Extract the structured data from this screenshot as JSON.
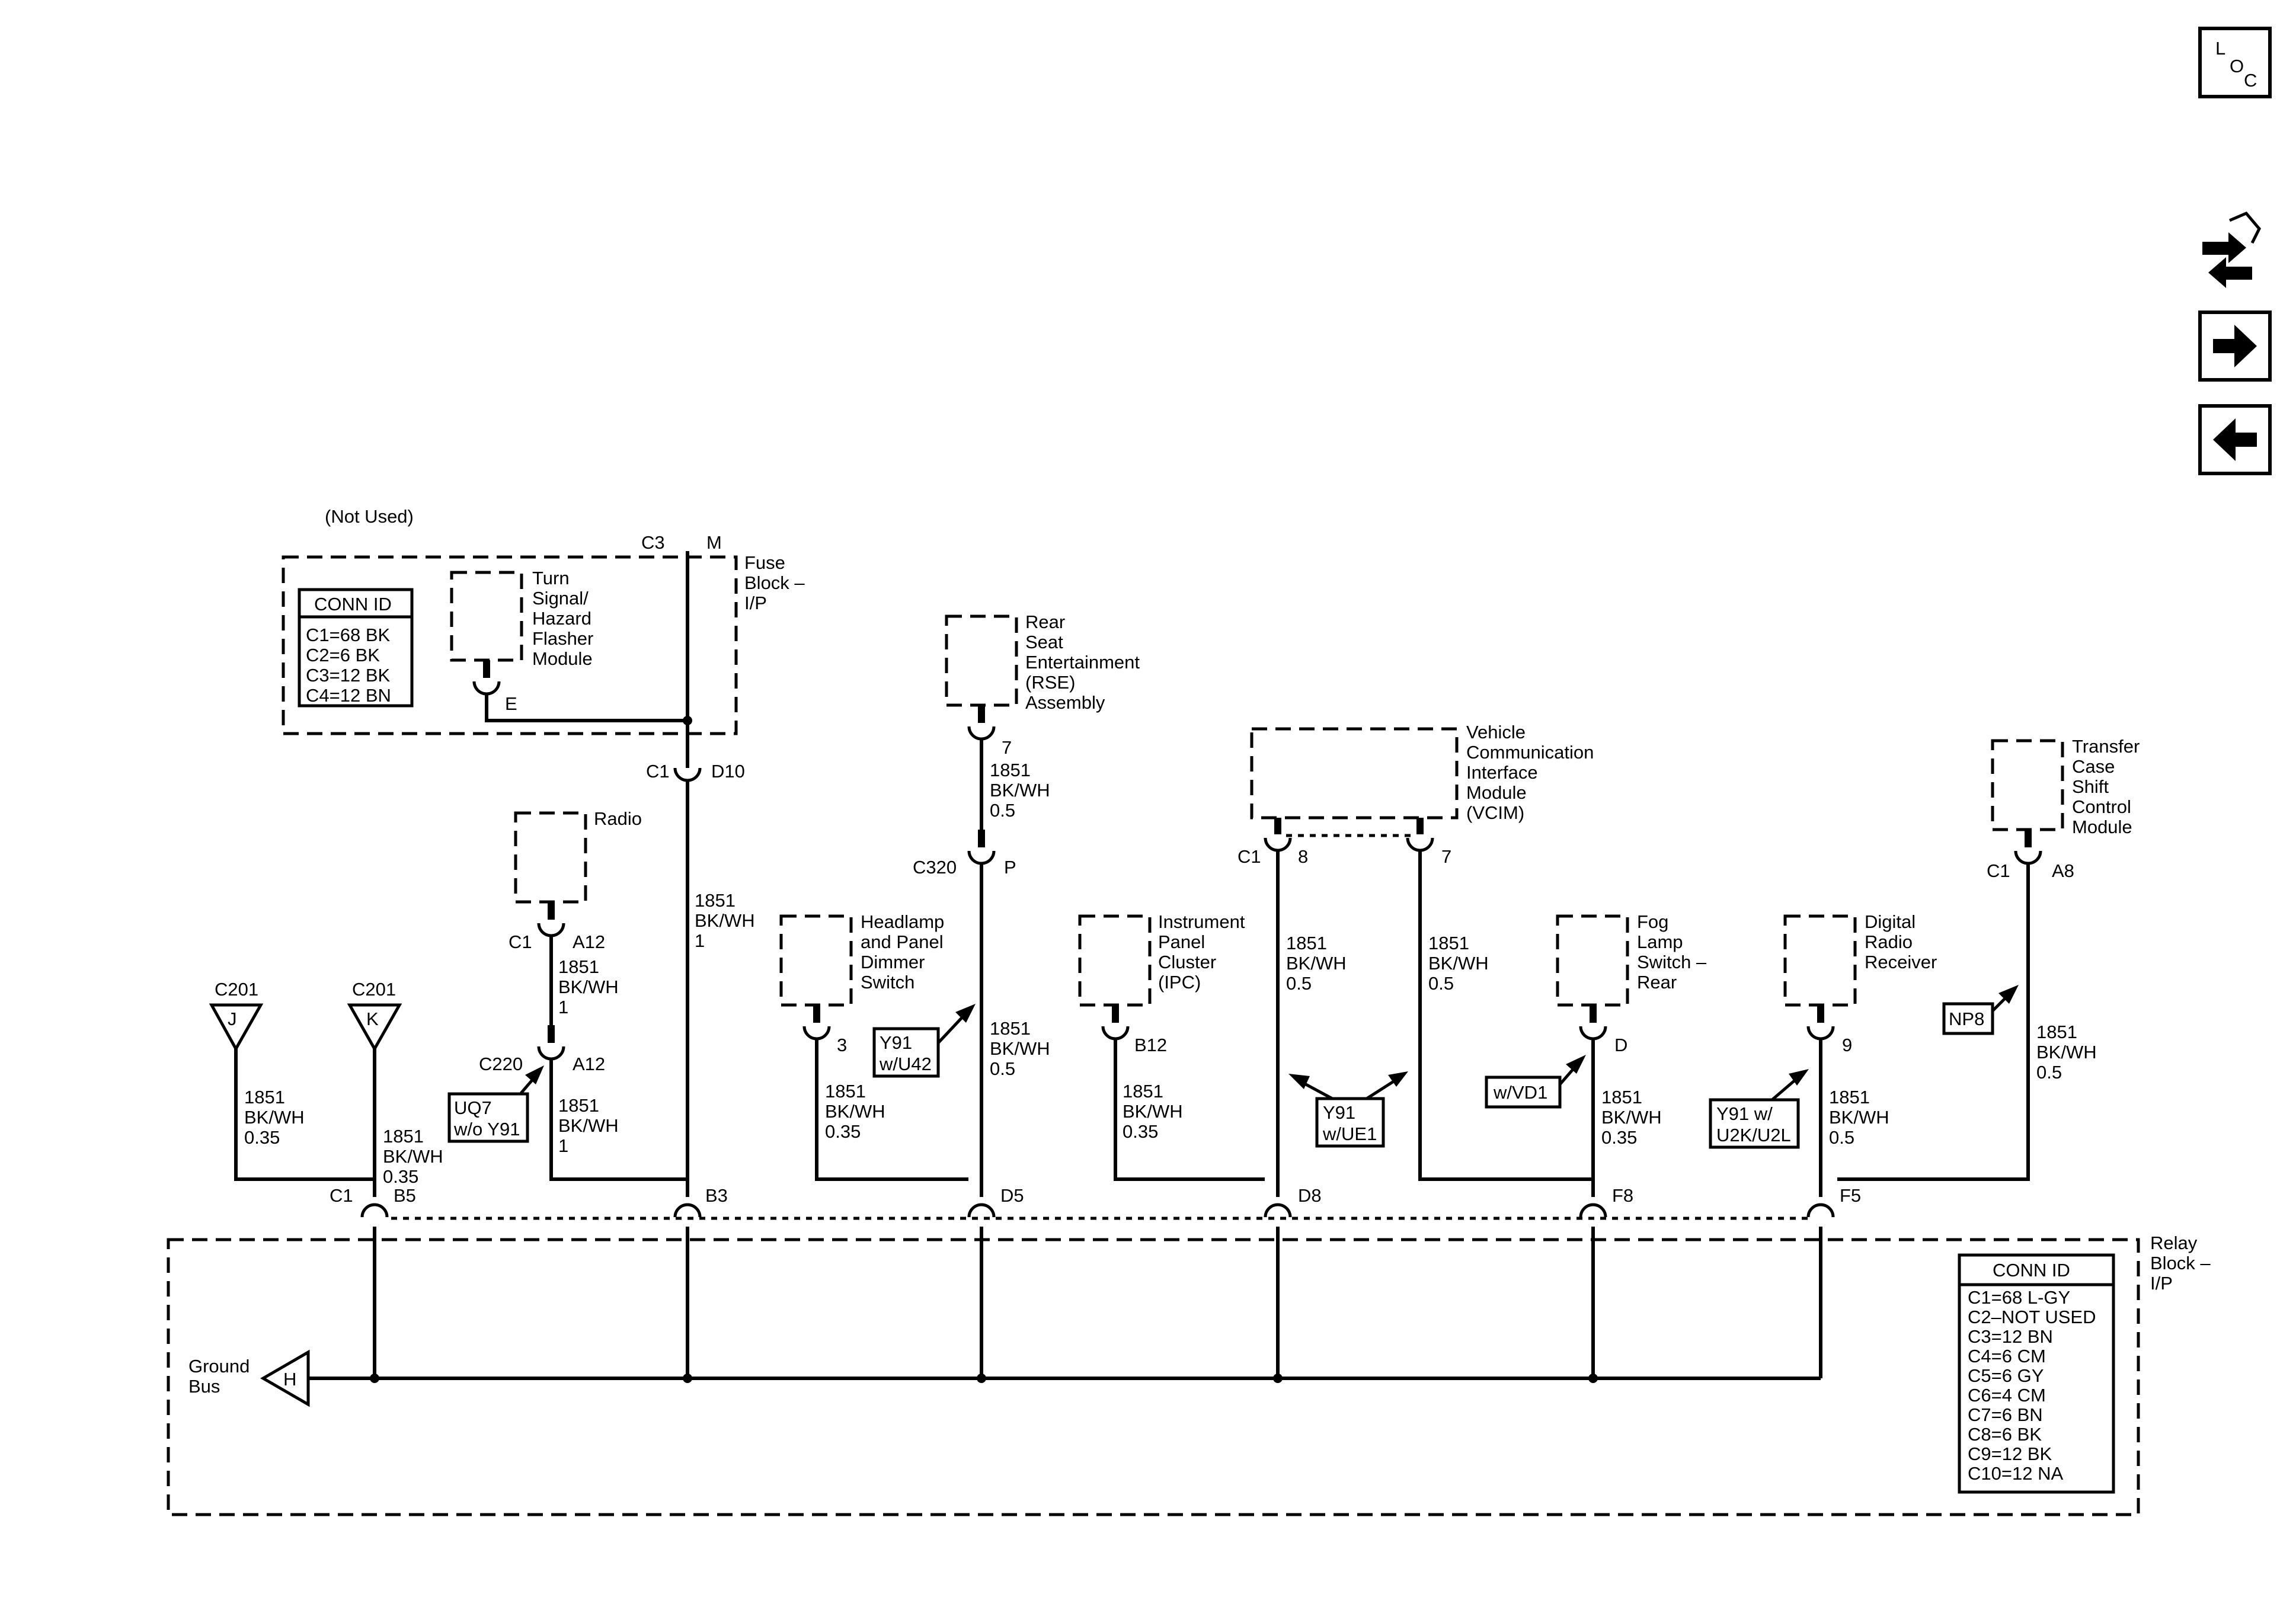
{
  "nav": {
    "loc": {
      "l": "L",
      "o": "O",
      "c": "C"
    }
  },
  "fuse_block": {
    "label": [
      "Fuse",
      "Block –",
      "I/P"
    ],
    "not_used": "(Not Used)",
    "c3": "C3",
    "m": "M",
    "c1": "C1",
    "d10": "D10",
    "conn_id": {
      "title": "CONN ID",
      "rows": [
        "C1=68 BK",
        "C2=6 BK",
        "C3=12 BK",
        "C4=12 BN"
      ]
    },
    "flasher": {
      "label": [
        "Turn",
        "Signal/",
        "Hazard",
        "Flasher",
        "Module"
      ],
      "pin": "E"
    },
    "wire": [
      "1851",
      "BK/WH",
      "1"
    ]
  },
  "rse": {
    "label": [
      "Rear",
      "Seat",
      "Entertainment",
      "(RSE)",
      "Assembly"
    ],
    "pin": "7",
    "wire1": [
      "1851",
      "BK/WH",
      "0.5"
    ],
    "c320": "C320",
    "p": "P",
    "wire2": [
      "1851",
      "BK/WH",
      "0.5"
    ],
    "option": [
      "Y91",
      "w/U42"
    ]
  },
  "radio": {
    "label": "Radio",
    "c1": "C1",
    "a12": "A12",
    "wire1": [
      "1851",
      "BK/WH",
      "1"
    ],
    "c220": "C220",
    "a12b": "A12",
    "wire2": [
      "1851",
      "BK/WH",
      "1"
    ],
    "option": [
      "UQ7",
      "w/o Y91"
    ]
  },
  "c201j": {
    "label": "C201",
    "letter": "J",
    "wire": [
      "1851",
      "BK/WH",
      "0.35"
    ]
  },
  "c201k": {
    "label": "C201",
    "letter": "K",
    "wire": [
      "1851",
      "BK/WH",
      "0.35"
    ]
  },
  "headlamp": {
    "label": [
      "Headlamp",
      "and Panel",
      "Dimmer",
      "Switch"
    ],
    "pin": "3",
    "wire": [
      "1851",
      "BK/WH",
      "0.35"
    ]
  },
  "ipc": {
    "label": [
      "Instrument",
      "Panel",
      "Cluster",
      "(IPC)"
    ],
    "pin": "B12",
    "wire": [
      "1851",
      "BK/WH",
      "0.35"
    ]
  },
  "vcim": {
    "label": [
      "Vehicle",
      "Communication",
      "Interface",
      "Module",
      "(VCIM)"
    ],
    "c1": "C1",
    "pin8": "8",
    "pin7": "7",
    "wire8": [
      "1851",
      "BK/WH",
      "0.5"
    ],
    "wire7": [
      "1851",
      "BK/WH",
      "0.5"
    ],
    "option": [
      "Y91",
      "w/UE1"
    ]
  },
  "fog": {
    "label": [
      "Fog",
      "Lamp",
      "Switch –",
      "Rear"
    ],
    "pin": "D",
    "wire": [
      "1851",
      "BK/WH",
      "0.35"
    ],
    "option": "w/VD1"
  },
  "digital_radio": {
    "label": [
      "Digital",
      "Radio",
      "Receiver"
    ],
    "pin": "9",
    "wire": [
      "1851",
      "BK/WH",
      "0.5"
    ],
    "option": [
      "Y91 w/",
      "U2K/U2L"
    ]
  },
  "transfer_case": {
    "label": [
      "Transfer",
      "Case",
      "Shift",
      "Control",
      "Module"
    ],
    "c1": "C1",
    "a8": "A8",
    "wire": [
      "1851",
      "BK/WH",
      "0.5"
    ],
    "option": "NP8"
  },
  "relay_block": {
    "label": [
      "Relay",
      "Block –",
      "I/P"
    ],
    "pins": {
      "c1": "C1",
      "b5": "B5",
      "b3": "B3",
      "d5": "D5",
      "d8": "D8",
      "f8": "F8",
      "f5": "F5"
    },
    "ground": {
      "label": [
        "Ground",
        "Bus"
      ],
      "letter": "H"
    },
    "conn_id": {
      "title": "CONN ID",
      "rows": [
        "C1=68 L-GY",
        "C2–NOT USED",
        "C3=12 BN",
        "C4=6 CM",
        "C5=6 GY",
        "C6=4 CM",
        "C7=6 BN",
        "C8=6 BK",
        "C9=12 BK",
        "C10=12 NA"
      ]
    }
  }
}
